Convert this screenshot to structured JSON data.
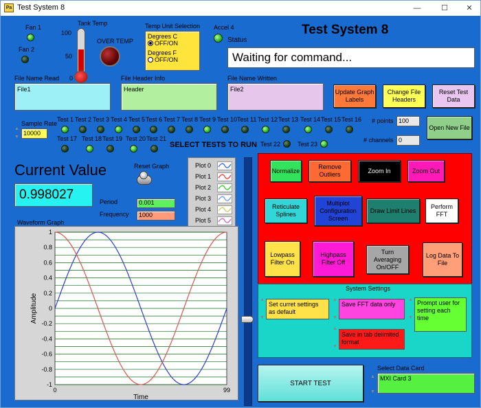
{
  "window": {
    "title": "Test System 8",
    "minimize": "—",
    "maximize": "☐",
    "close": "✕",
    "app_icon": "Pa"
  },
  "header": {
    "title": "Test System 8"
  },
  "fans": [
    {
      "label": "Fan 1",
      "on": true
    },
    {
      "label": "Fan 2",
      "on": false
    }
  ],
  "tank": {
    "label": "Tank Temp",
    "ticks": [
      "100",
      "50",
      "0"
    ],
    "level": 0.55,
    "over_temp_label": "OVER TEMP"
  },
  "temp_unit": {
    "label": "Temp Unit Selection",
    "options": [
      {
        "name": "Degrees C",
        "state": "OFF/ON",
        "selected": true
      },
      {
        "name": "Degrees F",
        "state": "OFF/ON",
        "selected": false
      }
    ]
  },
  "accel": {
    "label": "Accel 4",
    "on": true
  },
  "status": {
    "label": "Status",
    "value": "Waiting for command..."
  },
  "files": {
    "read_label": "File Name Read",
    "read_value": "File1",
    "header_label": "File Header Info",
    "header_value": "Header",
    "written_label": "File Name Written",
    "written_value": "File2"
  },
  "buttons": {
    "update_graph": "Update Graph Labels",
    "change_headers": "Change File Headers",
    "reset_data": "Reset Test Data",
    "open_file": "Open New File",
    "start": "START TEST"
  },
  "sample_rate": {
    "label": "Sample Rate",
    "value": "10000"
  },
  "points": {
    "label": "# points",
    "value": "100"
  },
  "channels": {
    "label": "# channels",
    "value": "0"
  },
  "tests": {
    "heading": "SELECT TESTS TO RUN",
    "row1": [
      {
        "label": "Test 1",
        "on": true
      },
      {
        "label": "Test 2",
        "on": false
      },
      {
        "label": "Test 3",
        "on": false
      },
      {
        "label": "Test 4",
        "on": true
      },
      {
        "label": "Test 5",
        "on": false
      },
      {
        "label": "Test 6",
        "on": false
      },
      {
        "label": "Test 7",
        "on": false
      },
      {
        "label": "Test 8",
        "on": false
      },
      {
        "label": "Test 9",
        "on": true
      },
      {
        "label": "Test 10",
        "on": false
      },
      {
        "label": "Test 11",
        "on": false
      },
      {
        "label": "Test 12",
        "on": true
      },
      {
        "label": "Test 13",
        "on": false
      },
      {
        "label": "Test 14",
        "on": true
      },
      {
        "label": "Test 15",
        "on": false
      },
      {
        "label": "Test 16",
        "on": false
      }
    ],
    "row2": [
      {
        "label": "Test 17",
        "on": false
      },
      {
        "label": "Test 18",
        "on": true
      },
      {
        "label": "Test 19",
        "on": false
      },
      {
        "label": "Test 20",
        "on": true
      },
      {
        "label": "Test 21",
        "on": false
      }
    ],
    "extra": [
      {
        "label": "Test 22",
        "on": false
      },
      {
        "label": "Test 23",
        "on": true
      }
    ]
  },
  "current_value": {
    "label": "Current Value",
    "value": "0.998027"
  },
  "reset_graph": {
    "label": "Reset Graph"
  },
  "period": {
    "label": "Period",
    "value": "0.001"
  },
  "frequency": {
    "label": "Frequency",
    "value": "1000"
  },
  "plots": [
    {
      "name": "Plot 0",
      "color": "#3366ff"
    },
    {
      "name": "Plot 1",
      "color": "#ff3333"
    },
    {
      "name": "Plot 2",
      "color": "#33cc33"
    },
    {
      "name": "Plot 3",
      "color": "#6699ff"
    },
    {
      "name": "Plot 4",
      "color": "#cccc66"
    },
    {
      "name": "Plot 5",
      "color": "#cc66cc"
    }
  ],
  "graph": {
    "title": "Waveform Graph",
    "xlabel": "Time",
    "ylabel": "Amplitude",
    "xmin_label": "0",
    "xmax_label": "99",
    "yticks": [
      "1",
      "0.8",
      "0.6",
      "0.4",
      "0.2",
      "0",
      "-0.2",
      "-0.4",
      "-0.6",
      "-0.8",
      "-1"
    ]
  },
  "chart_data": {
    "type": "line",
    "title": "Waveform Graph",
    "xlabel": "Time",
    "ylabel": "Amplitude",
    "xlim": [
      0,
      99
    ],
    "ylim": [
      -1,
      1
    ],
    "grid": true,
    "series": [
      {
        "color": "#2b3bd6",
        "function": "sine",
        "amplitude": 1,
        "cycles": 1,
        "phase_deg": 0,
        "points": 100
      },
      {
        "color": "#e0524a",
        "function": "cosine",
        "amplitude": 1,
        "cycles": 1,
        "phase_deg": 0,
        "points": 100
      }
    ]
  },
  "actions": {
    "normalize": "Normalize",
    "remove_outliers": "Remove Outliers",
    "zoom_in": "Zoom In",
    "zoom_out": "Zoom Out",
    "reticulate": "Reticulate Splines",
    "multiplot": "Multiplot Configuration Screen",
    "draw_limit": "Draw Limit Lines",
    "perform_fft": "Perform FFT",
    "lowpass": "Lowpass Filter On",
    "highpass": "Highpass Filter Off",
    "averaging": "Turn Averaging On/OFF",
    "log_data": "Log Data To File"
  },
  "settings": {
    "title": "System Settings",
    "set_current": "Set curret settings as default",
    "save_fft": "Save FFT data only",
    "prompt_user": "Prompt user for setting each time",
    "save_tab": "Save in tab delimited format"
  },
  "data_card": {
    "label": "Select Data Card",
    "value": "MXI Card 3"
  },
  "colors": {
    "panel_bg": "#1a6bd0",
    "red_panel": "#ff0000",
    "cyan_panel": "#1ad6c8",
    "file_read_bg": "#9ef0f7",
    "file_header_bg": "#b2f0a0",
    "file_written_bg": "#e6c6ea"
  },
  "icons": [
    "fan-led",
    "thermometer",
    "over-temp-indicator",
    "spin-up-arrow",
    "spin-down-arrow",
    "toggle-switch",
    "slider-thumb"
  ]
}
